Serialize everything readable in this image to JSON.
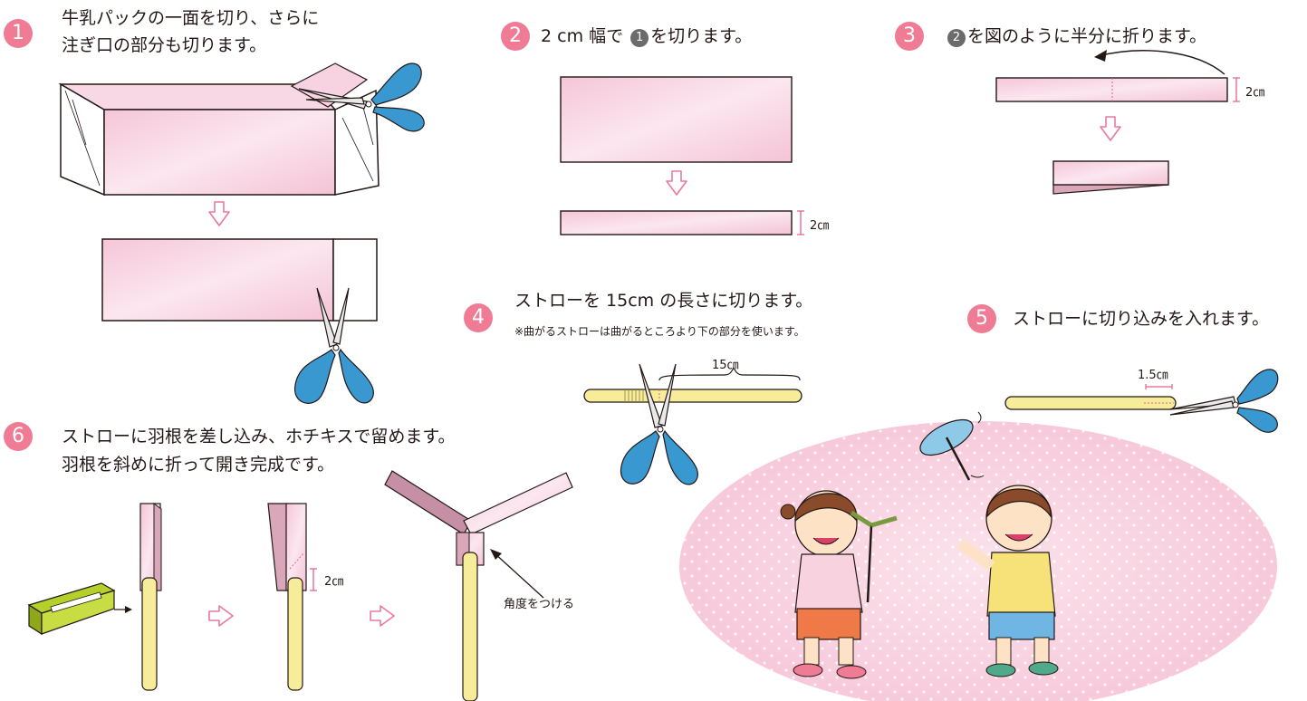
{
  "colors": {
    "step_badge": "#ef7b95",
    "inline_badge": "#6b6b6b",
    "paper_pink": "#f6cfdf",
    "paper_pink_light": "#fbe6ef",
    "paper_pink_dark": "#d9a7b9",
    "straw_yellow": "#f6ec9a",
    "straw_outline": "#8a8040",
    "scissor_blue": "#3a98d0",
    "background_dots": "#f6c9da",
    "stapler_green": "#b5cf2b"
  },
  "steps": {
    "s1": {
      "num": "1",
      "line1": "牛乳パックの一面を切り、さらに",
      "line2": "注ぎ口の部分も切ります。"
    },
    "s2": {
      "num": "2",
      "pre": "2 cm 幅で",
      "ref": "1",
      "post": "を切ります。",
      "dim_label": "2㎝"
    },
    "s3": {
      "num": "3",
      "ref": "2",
      "text": "を図のように半分に折ります。",
      "dim_label": "2㎝"
    },
    "s4": {
      "num": "4",
      "text": "ストローを 15cm の長さに切ります。",
      "note": "※曲がるストローは曲がるところより下の部分を使います。",
      "dim_label": "15㎝"
    },
    "s5": {
      "num": "5",
      "text": "ストローに切り込みを入れます。",
      "dim_label": "1.5㎝"
    },
    "s6": {
      "num": "6",
      "line1": "ストローに羽根を差し込み、ホチキスで留めます。",
      "line2": "羽根を斜めに折って開き完成です。",
      "dim_label": "2㎝",
      "angle_label": "角度をつける"
    }
  }
}
